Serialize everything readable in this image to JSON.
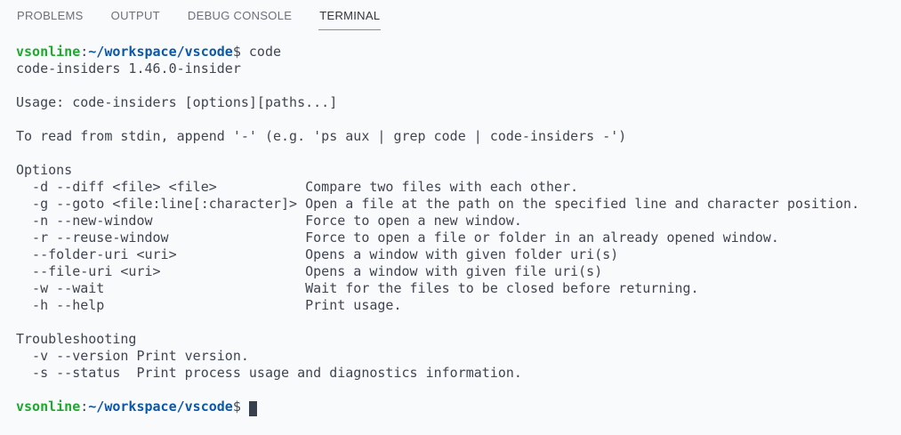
{
  "colors": {
    "background": "#f9fafb",
    "text": "#3f4551",
    "prompt-user": "#1ea92e",
    "prompt-path": "#0b57a8",
    "tab-inactive": "#6a717c",
    "tab-active": "#31343b",
    "tab-underline": "#ec6a50",
    "cursor": "#39404d"
  },
  "tabs": {
    "items": [
      {
        "label": "PROBLEMS",
        "active": false
      },
      {
        "label": "OUTPUT",
        "active": false
      },
      {
        "label": "DEBUG CONSOLE",
        "active": false
      },
      {
        "label": "TERMINAL",
        "active": true
      }
    ]
  },
  "terminal": {
    "prompt": {
      "user": "vsonline",
      "separator": ":",
      "path": "~/workspace/vscode",
      "symbol": "$"
    },
    "lines": [
      [
        {
          "text": "vsonline",
          "style": "user"
        },
        {
          "text": ":",
          "style": "plain"
        },
        {
          "text": "~/workspace/vscode",
          "style": "path"
        },
        {
          "text": "$ code",
          "style": "plain"
        }
      ],
      [
        {
          "text": "code-insiders 1.46.0-insider",
          "style": "plain"
        }
      ],
      [
        {
          "text": "",
          "style": "plain"
        }
      ],
      [
        {
          "text": "Usage: code-insiders [options][paths...]",
          "style": "plain"
        }
      ],
      [
        {
          "text": "",
          "style": "plain"
        }
      ],
      [
        {
          "text": "To read from stdin, append '-' (e.g. 'ps aux | grep code | code-insiders -')",
          "style": "plain"
        }
      ],
      [
        {
          "text": "",
          "style": "plain"
        }
      ],
      [
        {
          "text": "Options",
          "style": "plain"
        }
      ],
      [
        {
          "text": "  -d --diff <file> <file>           Compare two files with each other.",
          "style": "plain"
        }
      ],
      [
        {
          "text": "  -g --goto <file:line[:character]> Open a file at the path on the specified line and character position.",
          "style": "plain"
        }
      ],
      [
        {
          "text": "  -n --new-window                   Force to open a new window.",
          "style": "plain"
        }
      ],
      [
        {
          "text": "  -r --reuse-window                 Force to open a file or folder in an already opened window.",
          "style": "plain"
        }
      ],
      [
        {
          "text": "  --folder-uri <uri>                Opens a window with given folder uri(s)",
          "style": "plain"
        }
      ],
      [
        {
          "text": "  --file-uri <uri>                  Opens a window with given file uri(s)",
          "style": "plain"
        }
      ],
      [
        {
          "text": "  -w --wait                         Wait for the files to be closed before returning.",
          "style": "plain"
        }
      ],
      [
        {
          "text": "  -h --help                         Print usage.",
          "style": "plain"
        }
      ],
      [
        {
          "text": "",
          "style": "plain"
        }
      ],
      [
        {
          "text": "Troubleshooting",
          "style": "plain"
        }
      ],
      [
        {
          "text": "  -v --version Print version.",
          "style": "plain"
        }
      ],
      [
        {
          "text": "  -s --status  Print process usage and diagnostics information.",
          "style": "plain"
        }
      ],
      [
        {
          "text": "",
          "style": "plain"
        }
      ],
      [
        {
          "text": "vsonline",
          "style": "user"
        },
        {
          "text": ":",
          "style": "plain"
        },
        {
          "text": "~/workspace/vscode",
          "style": "path"
        },
        {
          "text": "$ ",
          "style": "plain"
        },
        {
          "cursor": true
        }
      ]
    ]
  }
}
